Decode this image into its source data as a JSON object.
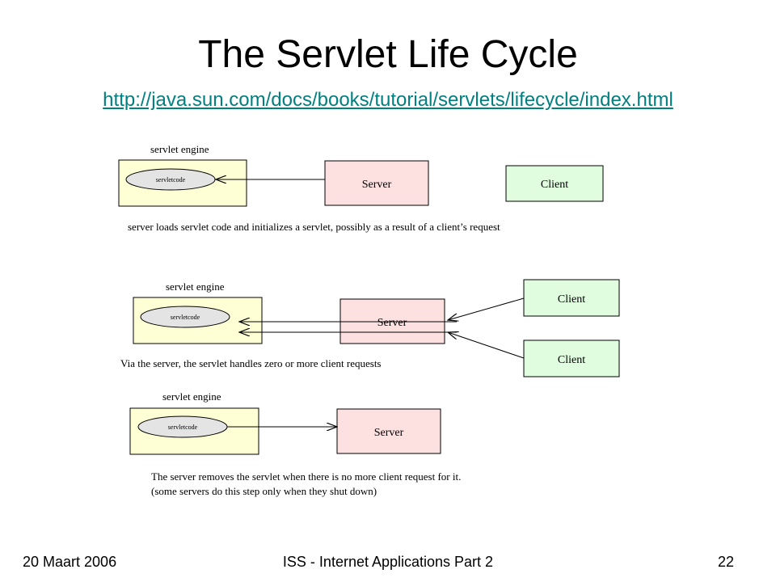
{
  "slide": {
    "title": "The Servlet Life Cycle",
    "url": "http://java.sun.com/docs/books/tutorial/servlets/lifecycle/index.html",
    "footer_left": "20 Maart 2006",
    "footer_center": "ISS - Internet Applications Part 2",
    "footer_right": "22"
  },
  "diagram": {
    "engine_label": "servlet engine",
    "servlet_code_label": "servletcode",
    "server_label": "Server",
    "client_label": "Client",
    "caption1": "server loads servlet code and initializes a servlet, possibly as a result of a client’s request",
    "caption2": "Via the server, the  servlet handles zero or more client requests",
    "caption3_line1": "The server removes the servlet when there is no more client request for it.",
    "caption3_line2": "(some servers do this step only when they shut down)"
  },
  "colors": {
    "engine_fill": "#ffffd6",
    "server_fill": "#fde0e0",
    "client_fill": "#e0fde0",
    "ellipse_fill": "#e4e4e4",
    "link": "#008080"
  }
}
